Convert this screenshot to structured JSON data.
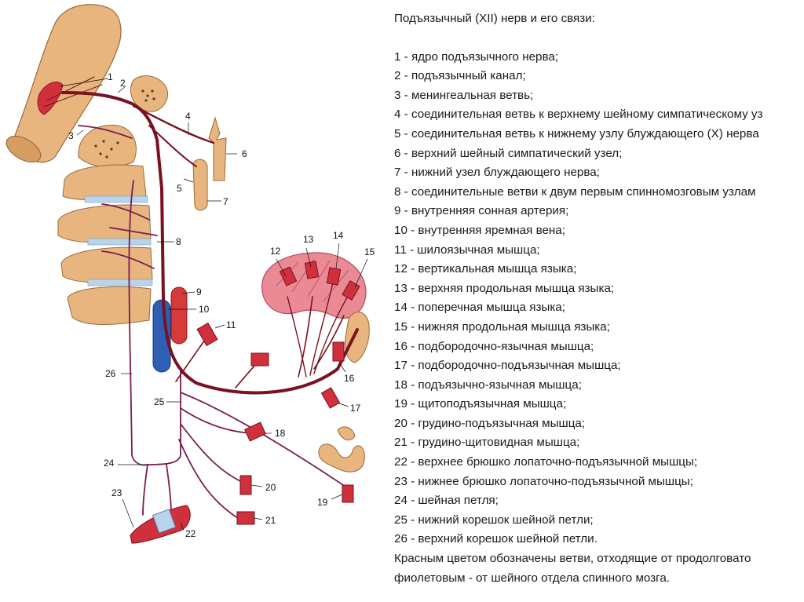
{
  "colors": {
    "red_nerve": "#7a1020",
    "violet_nerve": "#7a1d52",
    "bone": "#e8b57e",
    "muscle": "#d0303c",
    "tongue": "#ea8a94",
    "vein": "#2f5fb4",
    "artery": "#d63a3a"
  },
  "diagram": {
    "labels": [
      "1",
      "2",
      "3",
      "4",
      "5",
      "6",
      "7",
      "8",
      "9",
      "10",
      "11",
      "12",
      "13",
      "14",
      "15",
      "16",
      "17",
      "18",
      "19",
      "20",
      "21",
      "22",
      "23",
      "24",
      "25",
      "26"
    ]
  },
  "legend": {
    "title": "Подъязычный (XII) нерв и его связи:",
    "items": [
      "1 - ядро подъязычного нерва;",
      "2 - подъязычный канал;",
      "3 - менингеальная ветвь;",
      "4 - соединительная ветвь к верхнему шейному симпатическому уз",
      "5 - соединительная ветвь к нижнему узлу блуждающего (X) нерва",
      "6 - верхний шейный симпатический узел;",
      "7 - нижний узел блуждающего нерва;",
      "8 - соединительные ветви к двум первым спинномозговым узлам",
      "9 - внутренняя сонная артерия;",
      "10 - внутренняя яремная вена;",
      "11 - шилоязычная мышца;",
      "12 - вертикальная мышца языка;",
      "13 - верхняя продольная мышца языка;",
      "14 - поперечная мышца языка;",
      "15 - нижняя продольная мышца языка;",
      "16 - подбородочно-язычная мышца;",
      "17 - подбородочно-подъязычная мышца;",
      "18 - подъязычно-язычная мышца;",
      "19 - щитоподъязычная мышца;",
      "20 - грудино-подъязычная мышца;",
      "21 - грудино-щитовидная мышца;",
      "22 - верхнее брюшко лопаточно-подъязычной мышцы;",
      "23 - нижнее брюшко лопаточно-подъязычной мышцы;",
      "24 - шейная петля;",
      "25 - нижний корешок шейной петли;",
      "26 - верхний корешок шейной петли."
    ],
    "note_1": "Красным цветом обозначены ветви, отходящие от продолговато",
    "note_2": "фиолетовым - от шейного отдела спинного мозга."
  }
}
